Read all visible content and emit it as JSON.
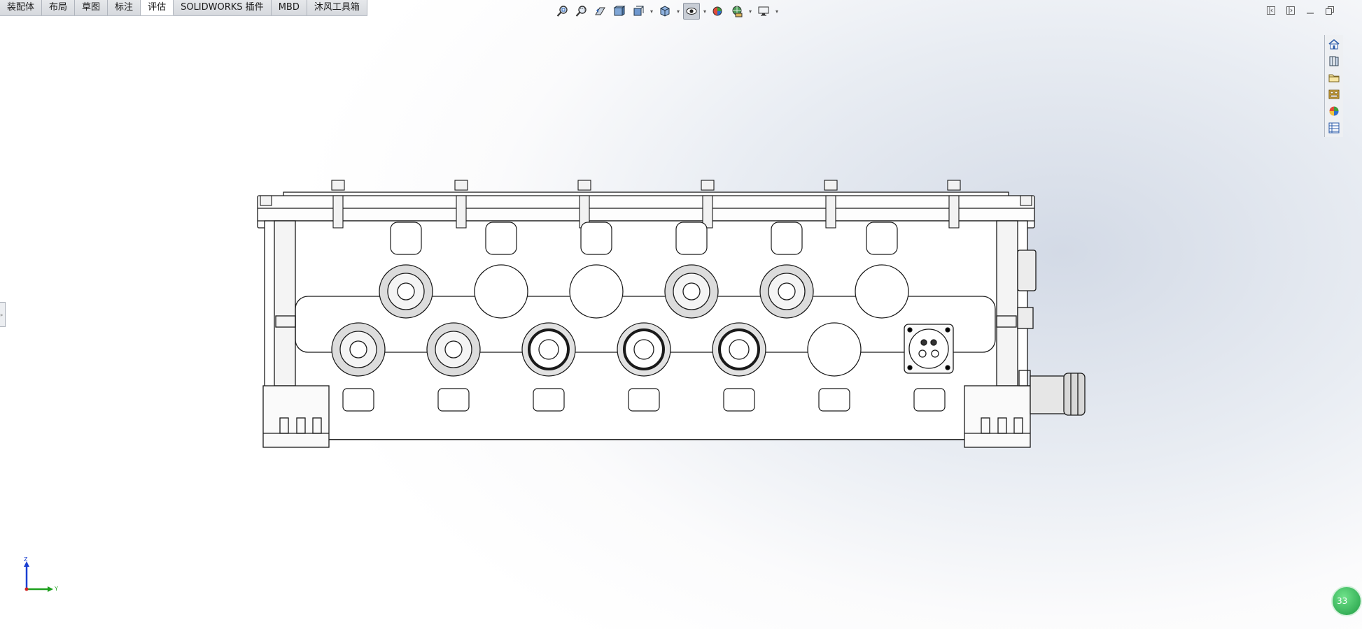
{
  "tabs": [
    {
      "label": "装配体",
      "active": false
    },
    {
      "label": "布局",
      "active": false
    },
    {
      "label": "草图",
      "active": false
    },
    {
      "label": "标注",
      "active": false
    },
    {
      "label": "评估",
      "active": true
    },
    {
      "label": "SOLIDWORKS 插件",
      "active": false
    },
    {
      "label": "MBD",
      "active": false
    },
    {
      "label": "沐风工具箱",
      "active": false
    }
  ],
  "hud_toolbar": {
    "icons": [
      "zoom-to-fit-icon",
      "zoom-to-area-icon",
      "previous-view-icon",
      "section-view-icon",
      "view-orientation-icon",
      "display-style-icon",
      "hide-show-items-icon",
      "edit-appearance-icon",
      "apply-scene-icon",
      "view-settings-icon"
    ]
  },
  "window_controls": [
    "tile-left-icon",
    "tile-right-icon",
    "minimize-icon",
    "restore-icon"
  ],
  "task_pane": [
    "solidworks-resources-icon",
    "design-library-icon",
    "file-explorer-icon",
    "view-palette-icon",
    "appearances-scenes-icon",
    "custom-properties-icon"
  ],
  "triad": {
    "z_label": "Z",
    "y_label": "Y",
    "colors": {
      "z": "#1a3fd1",
      "y": "#1ea01e",
      "x": "#d02020"
    }
  },
  "status_badge": {
    "text": "33"
  },
  "colors": {
    "accent_green": "#1f9c44",
    "line": "#1a1a1a"
  }
}
